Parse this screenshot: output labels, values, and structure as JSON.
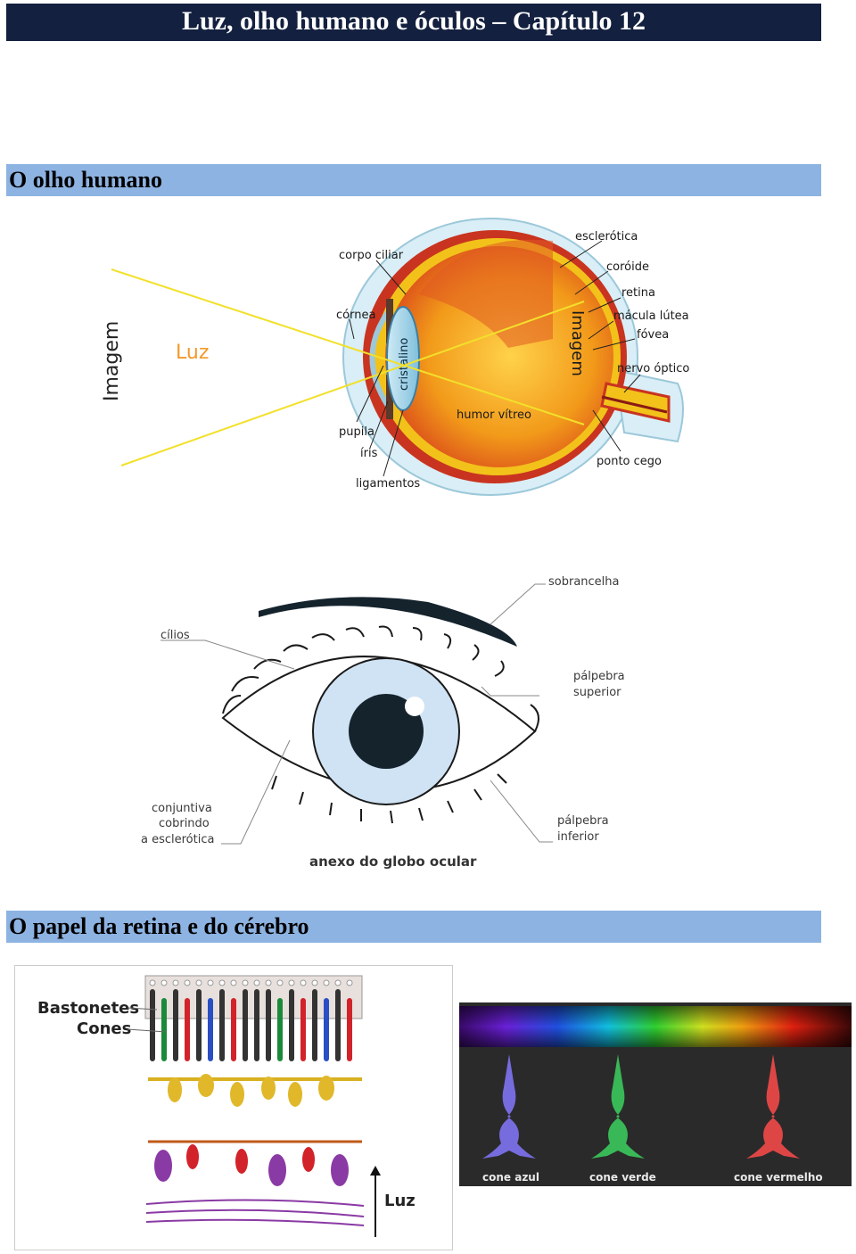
{
  "header": {
    "title": "Luz, olho humano e óculos – Capítulo 12"
  },
  "sections": {
    "eye": "O olho humano",
    "retina": "O papel da retina e do cérebro"
  },
  "eye_diagram": {
    "left_label": "Imagem",
    "light_label": "Luz",
    "lens_label": "cristalino",
    "retina_image_label": "Imagem",
    "vitreous_label": "humor vítreo",
    "labels": {
      "corpo_ciliar": "corpo ciliar",
      "cornea": "córnea",
      "pupila": "pupila",
      "iris": "íris",
      "ligamentos": "ligamentos",
      "esclerotica": "esclerótica",
      "coroide": "coróide",
      "retina": "retina",
      "macula": "mácula lútea",
      "fovea": "fóvea",
      "nervo": "nervo óptico",
      "ponto_cego": "ponto cego"
    }
  },
  "outer_eye": {
    "sobrancelha": "sobrancelha",
    "cilios": "cílios",
    "palpebra_sup_1": "pálpebra",
    "palpebra_sup_2": "superior",
    "conjuntiva_1": "conjuntiva",
    "conjuntiva_2": "cobrindo",
    "conjuntiva_3": "a esclerótica",
    "palpebra_inf_1": "pálpebra",
    "palpebra_inf_2": "inferior",
    "caption": "anexo do globo ocular"
  },
  "retina_cells": {
    "bastonetes": "Bastonetes",
    "cones": "Cones",
    "luz": "Luz"
  },
  "cones_spectrum": {
    "azul": "cone azul",
    "verde": "cone verde",
    "vermelho": "cone vermelho"
  }
}
